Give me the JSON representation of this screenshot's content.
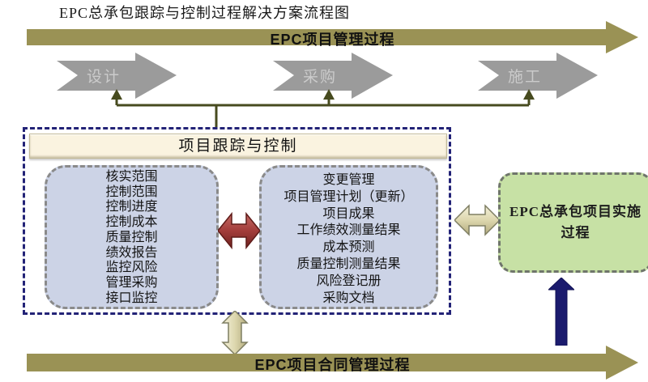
{
  "title": "EPC总承包跟踪与控制过程解决方案流程图",
  "top_banner": {
    "label": "EPC项目管理过程"
  },
  "phases": [
    {
      "label": "设计"
    },
    {
      "label": "采购"
    },
    {
      "label": "施工"
    }
  ],
  "tracking": {
    "header": "项目跟踪与控制",
    "left_items": [
      "核实范围",
      "控制范围",
      "控制进度",
      "控制成本",
      "质量控制",
      "绩效报告",
      "监控风险",
      "管理采购",
      "接口监控"
    ],
    "right_items": [
      "变更管理",
      "项目管理计划（更新）",
      "项目成果",
      "工作绩效测量结果",
      "成本预测",
      "质量控制测量结果",
      "风险登记册",
      "采购文档"
    ]
  },
  "implementation": {
    "label": "EPC总承包项目实施过程"
  },
  "bottom_banner": {
    "label": "EPC项目合同管理过程"
  },
  "colors": {
    "banner_olive": "#9a9255",
    "phase_gray": "#9b9b9b",
    "phase_text": "#cbcbcb",
    "connector_olive": "#474b1f",
    "outer_dash_navy": "#232377",
    "panel_lavender": "#ccd3e6",
    "header_cream": "#faf3e0",
    "green_fill": "#c7e1a5",
    "red_arrow": "#a33d3b",
    "beige_arrow": "#ddd7ae",
    "navy_arrow": "#1b1b6e"
  }
}
